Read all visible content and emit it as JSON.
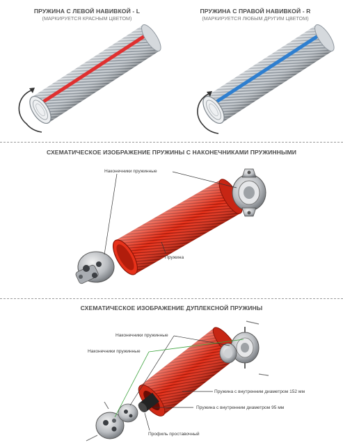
{
  "left_spring": {
    "title": "ПРУЖИНА С ЛЕВОЙ НАВИВКОЙ - L",
    "subtitle": "(МАРКИРУЕТСЯ КРАСНЫМ ЦВЕТОМ)",
    "stripe_color": "#e03030"
  },
  "right_spring": {
    "title": "ПРУЖИНА С ПРАВОЙ НАВИВКОЙ - R",
    "subtitle": "(МАРКИРУЕТСЯ ЛЮБЫМ ДРУГИМ ЦВЕТОМ)",
    "stripe_color": "#2e7fd0"
  },
  "section_spring_with_tips": {
    "title": "СХЕМАТИЧЕСКОЕ ИЗОБРАЖЕНИЕ ПРУЖИНЫ С НАКОНЕЧНИКАМИ ПРУЖИННЫМИ",
    "label_tips": "Наконечники пружинные",
    "label_spring": "Пружина",
    "spring_color": "#e02a14"
  },
  "section_duplex": {
    "title": "СХЕМАТИЧЕСКОЕ ИЗОБРАЖЕНИЕ ДУПЛЕКСНОЙ ПРУЖИНЫ",
    "label_tips_1": "Наконечники пружинные",
    "label_tips_2": "Наконечники пружинные",
    "label_outer": "Пружина с внутренним диаметром 152 мм",
    "label_inner": "Пружина с внутренним диаметром 95 мм",
    "label_profile": "Профиль проставочный",
    "leader_color": "#3aa23a"
  },
  "icons": {
    "rotation_arrow": "rotation-arrow-icon"
  }
}
